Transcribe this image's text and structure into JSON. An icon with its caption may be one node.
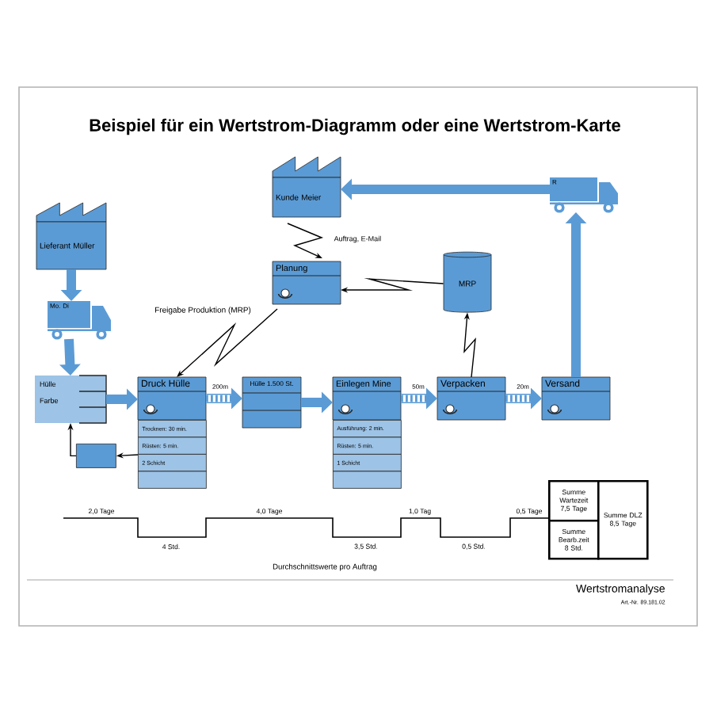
{
  "diagram": {
    "title": "Beispiel für ein Wertstrom-Diagramm oder eine Wertstrom-Karte",
    "nodes": [
      {
        "text": [
          "Lieferant Müller"
        ]
      },
      {
        "text": [
          "Mo. Di"
        ]
      },
      {
        "text": [
          "Hülle",
          "Farbe"
        ]
      },
      {
        "text": [],
        "shape": "box"
      },
      {
        "text": [
          "Druck Hülle",
          "Trocknen: 30 min.",
          "Rüsten: 5 min.",
          "2 Schicht"
        ]
      },
      {
        "text": [
          "Hülle 1.500 St."
        ]
      },
      {
        "text": [
          "Einlegen Mine",
          "Ausführung: 2 min.",
          "Rüsten: 5 min.",
          "1 Schicht"
        ]
      },
      {
        "text": [
          "Verpacken"
        ]
      },
      {
        "text": [
          "Versand"
        ]
      },
      {
        "text": [
          "Kunde Meier"
        ]
      },
      {
        "text": [
          "R"
        ]
      },
      {
        "text": [
          "Planung"
        ]
      },
      {
        "text": [
          "MRP"
        ]
      },
      {
        "text": [
          "Summe Wartezeit 7,5 Tage"
        ]
      },
      {
        "text": [
          "Summe Bearb.zeit 8 Std."
        ]
      },
      {
        "text": [
          "Summe DLZ 8,5 Tage"
        ]
      }
    ],
    "edges": [
      {
        "from": 0,
        "to": 1,
        "arrow": "to"
      },
      {
        "from": 1,
        "to": 2,
        "arrow": "to"
      },
      {
        "from": 2,
        "to": 4,
        "arrow": "to"
      },
      {
        "from": 4,
        "to": 5,
        "arrow": "to",
        "label": "200m"
      },
      {
        "from": 5,
        "to": 6,
        "arrow": "to"
      },
      {
        "from": 6,
        "to": 7,
        "arrow": "to",
        "label": "50m"
      },
      {
        "from": 7,
        "to": 8,
        "arrow": "to",
        "label": "20m"
      },
      {
        "from": 8,
        "to": 10,
        "arrow": "to"
      },
      {
        "from": 10,
        "to": 9,
        "arrow": "to"
      },
      {
        "from": 9,
        "to": 11,
        "arrow": "to",
        "color": "#000000",
        "label": "Auftrag, E-Mail"
      },
      {
        "from": 12,
        "to": 11,
        "arrow": "to",
        "color": "#000000"
      },
      {
        "from": 11,
        "to": 4,
        "arrow": "to",
        "color": "#000000",
        "label": "Freigabe Produktion (MRP)"
      },
      {
        "from": 7,
        "to": 12,
        "arrow": "to",
        "color": "#000000"
      },
      {
        "from": 4,
        "to": 3,
        "arrow": "to",
        "color": "#000000"
      },
      {
        "from": 3,
        "to": 2,
        "arrow": "to",
        "color": "#000000"
      }
    ],
    "labels": [
      "2,0 Tage",
      "4,0 Tage",
      "1,0 Tag",
      "0,5 Tage",
      "4 Std.",
      "3,5 Std.",
      "0,5 Std.",
      "Durchschnittswerte pro Auftrag",
      "Wertstromanalyse",
      "Art.-Nr. 89.181.02"
    ]
  }
}
